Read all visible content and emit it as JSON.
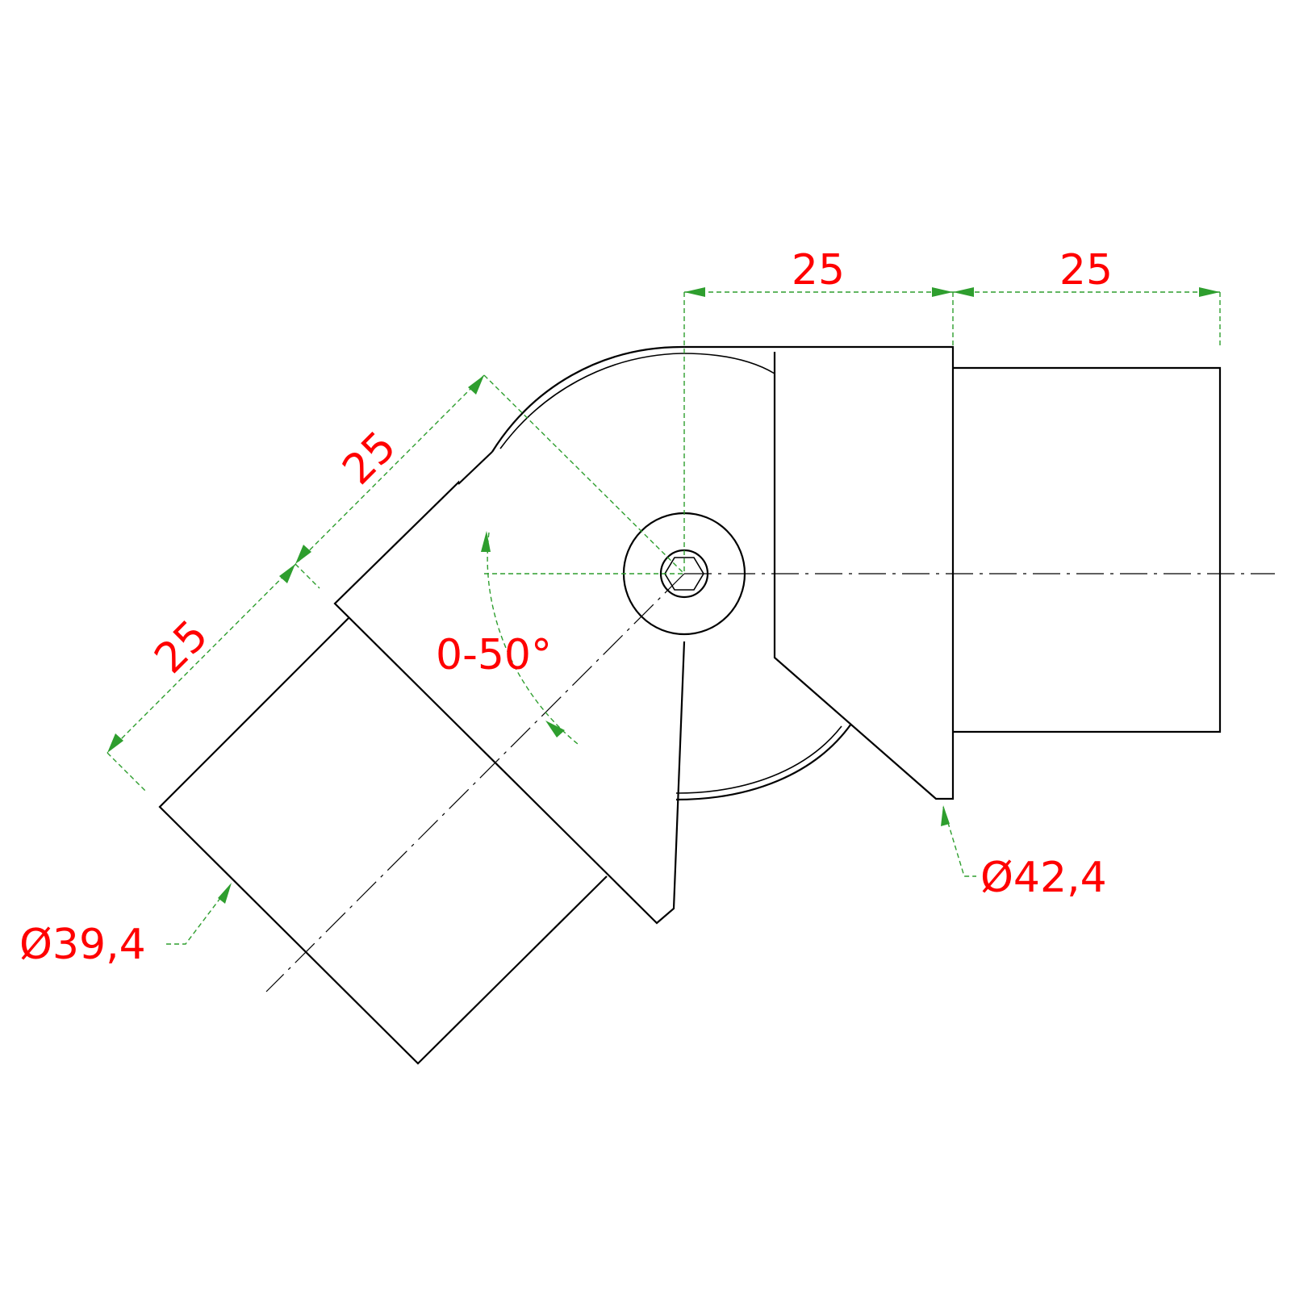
{
  "dimensions": {
    "top_left_length": "25",
    "top_right_length": "25",
    "angled_upper_length": "25",
    "angled_lower_length": "25",
    "angle_range": "0-50°",
    "diameter_right": "Ø42,4",
    "diameter_left": "Ø39,4"
  },
  "colors": {
    "outline": "#000000",
    "dimension_lines": "#2e9e2e",
    "dimension_text": "#ff0000"
  }
}
